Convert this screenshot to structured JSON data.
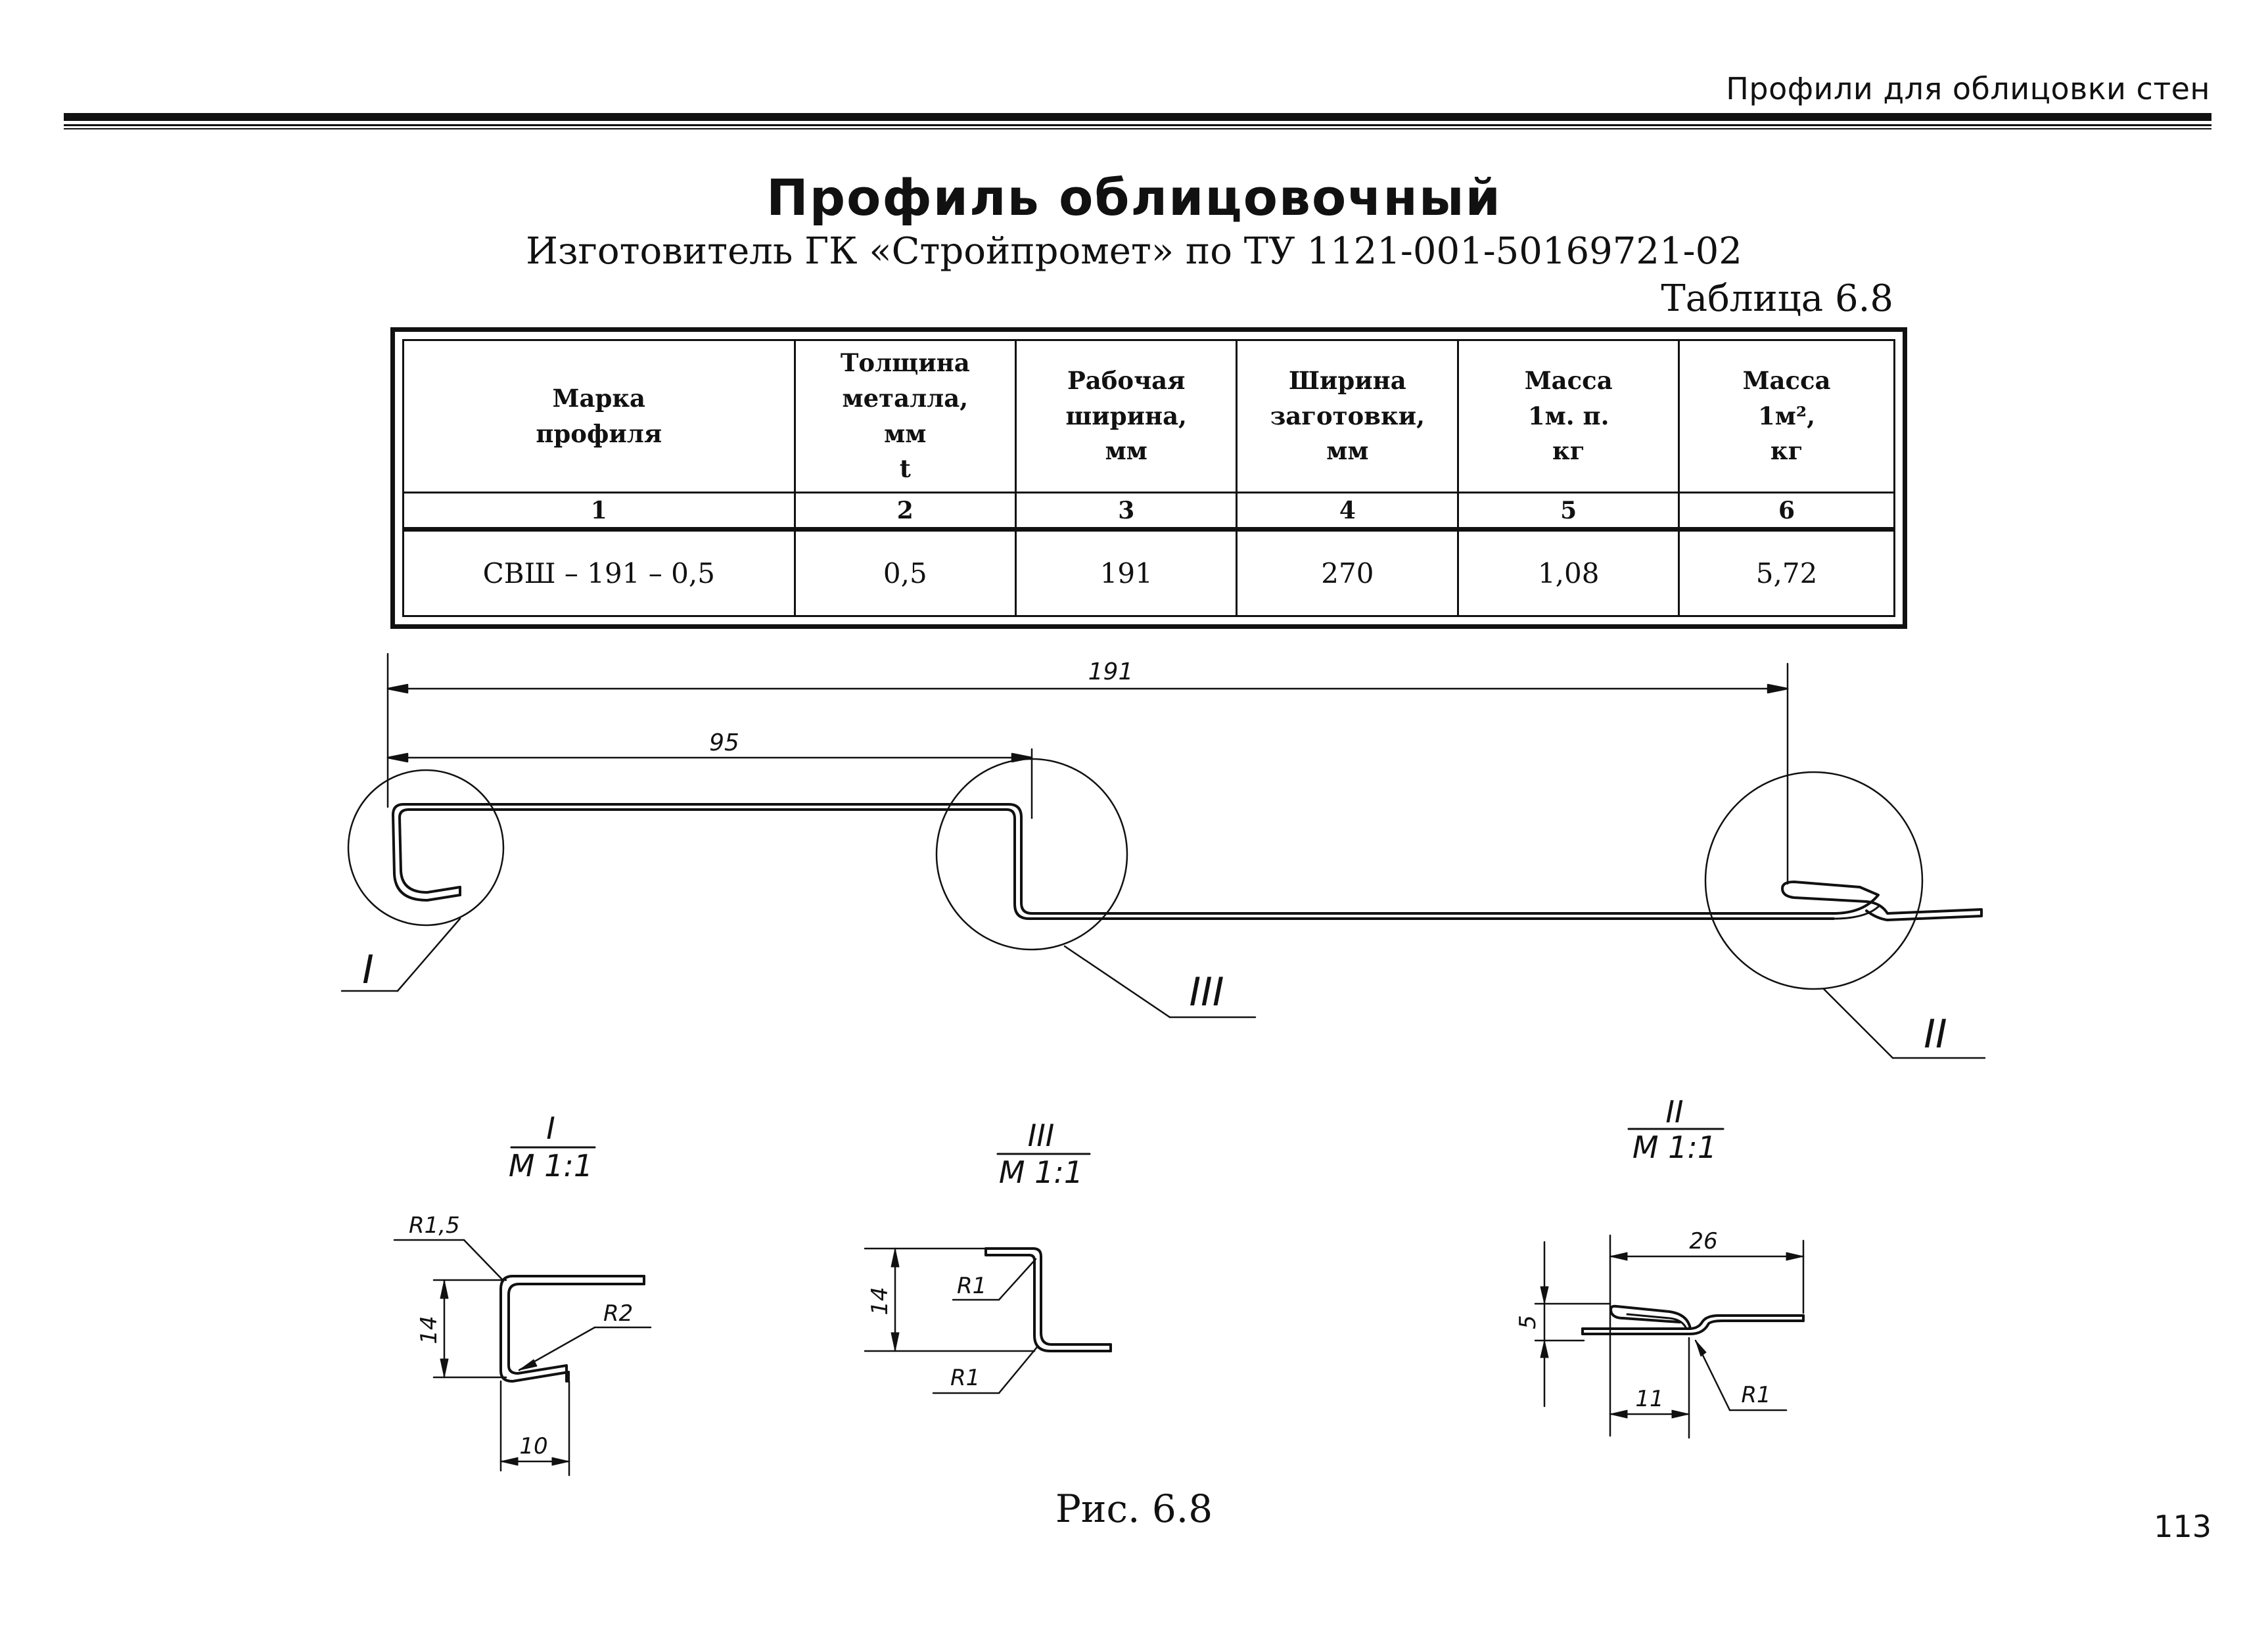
{
  "header": {
    "running_head": "Профили для облицовки стен"
  },
  "title": "Профиль облицовочный",
  "subtitle": "Изготовитель ГК «Стройпромет» по ТУ 1121-001-50169721-02",
  "table_label": "Таблица 6.8",
  "table": {
    "columns": [
      [
        "Марка",
        "профиля"
      ],
      [
        "Толщина",
        "металла,",
        "мм",
        "t"
      ],
      [
        "Рабочая",
        "ширина,",
        "мм"
      ],
      [
        "Ширина",
        "заготовки,",
        "мм"
      ],
      [
        "Масса",
        "1м. п.",
        "кг"
      ],
      [
        "Масса",
        "1м²,",
        "кг"
      ]
    ],
    "column_numbers": [
      "1",
      "2",
      "3",
      "4",
      "5",
      "6"
    ],
    "rows": [
      [
        "СВШ – 191 – 0,5",
        "0,5",
        "191",
        "270",
        "1,08",
        "5,72"
      ]
    ]
  },
  "drawing": {
    "overall_width": "191",
    "step_width": "95",
    "callouts": [
      "I",
      "III",
      "II"
    ],
    "details": [
      {
        "id": "I",
        "scale": "М 1:1",
        "radius_top": "R1,5",
        "radius_bottom": "R2",
        "height": "14",
        "lip": "10"
      },
      {
        "id": "III",
        "scale": "М 1:1",
        "radius_top": "R1",
        "radius_bottom": "R1",
        "height": "14"
      },
      {
        "id": "II",
        "scale": "М 1:1",
        "length": "26",
        "height": "5",
        "hem": "11",
        "radius": "R1"
      }
    ]
  },
  "caption": "Рис. 6.8",
  "page_number": "113"
}
